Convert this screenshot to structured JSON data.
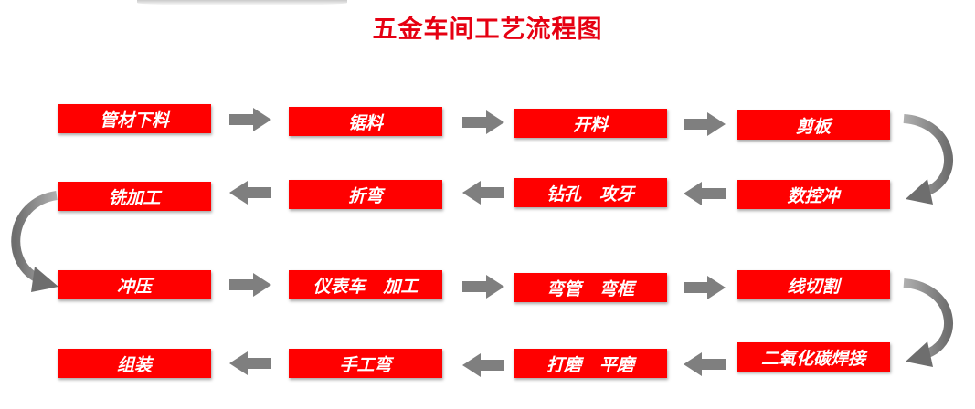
{
  "title": "五金车间工艺流程图",
  "colors": {
    "box_fill": "#ff0000",
    "box_text": "#ffffff",
    "title": "#e60012",
    "arrow": "#7f7f7f"
  },
  "rows": [
    {
      "direction": "right",
      "steps": [
        "管材下料",
        "锯料",
        "开料",
        "剪板"
      ]
    },
    {
      "direction": "left",
      "steps": [
        "铣加工",
        "折弯",
        "钻孔   攻牙",
        "数控冲"
      ]
    },
    {
      "direction": "right",
      "steps": [
        "冲压",
        "仪表车   加工",
        "弯管   弯框",
        "线切割"
      ]
    },
    {
      "direction": "left",
      "steps": [
        "组装",
        "手工弯",
        "打磨   平磨",
        "二氧化碳焊接"
      ]
    }
  ]
}
